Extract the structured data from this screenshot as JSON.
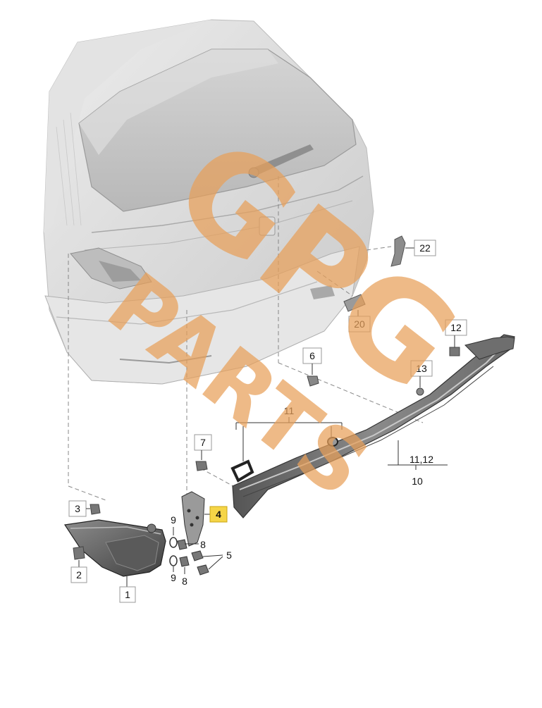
{
  "diagram": {
    "highlight_color": "#f5d547",
    "watermark": {
      "lines": [
        "GPG",
        "PARTS"
      ],
      "color": "#e8a05a"
    },
    "callouts": [
      {
        "id": "c22",
        "text": "22"
      },
      {
        "id": "c20",
        "text": "20"
      },
      {
        "id": "c12",
        "text": "12"
      },
      {
        "id": "c13",
        "text": "13"
      },
      {
        "id": "c6",
        "text": "6"
      },
      {
        "id": "c11a",
        "text": "11"
      },
      {
        "id": "c1112",
        "text": "11,12"
      },
      {
        "id": "c10",
        "text": "10"
      },
      {
        "id": "c7",
        "text": "7"
      },
      {
        "id": "c3",
        "text": "3"
      },
      {
        "id": "c4",
        "text": "4",
        "highlighted": true
      },
      {
        "id": "c9a",
        "text": "9"
      },
      {
        "id": "c8a",
        "text": "8"
      },
      {
        "id": "c5",
        "text": "5"
      },
      {
        "id": "c9b",
        "text": "9"
      },
      {
        "id": "c8b",
        "text": "8"
      },
      {
        "id": "c2",
        "text": "2"
      },
      {
        "id": "c1",
        "text": "1"
      }
    ]
  }
}
